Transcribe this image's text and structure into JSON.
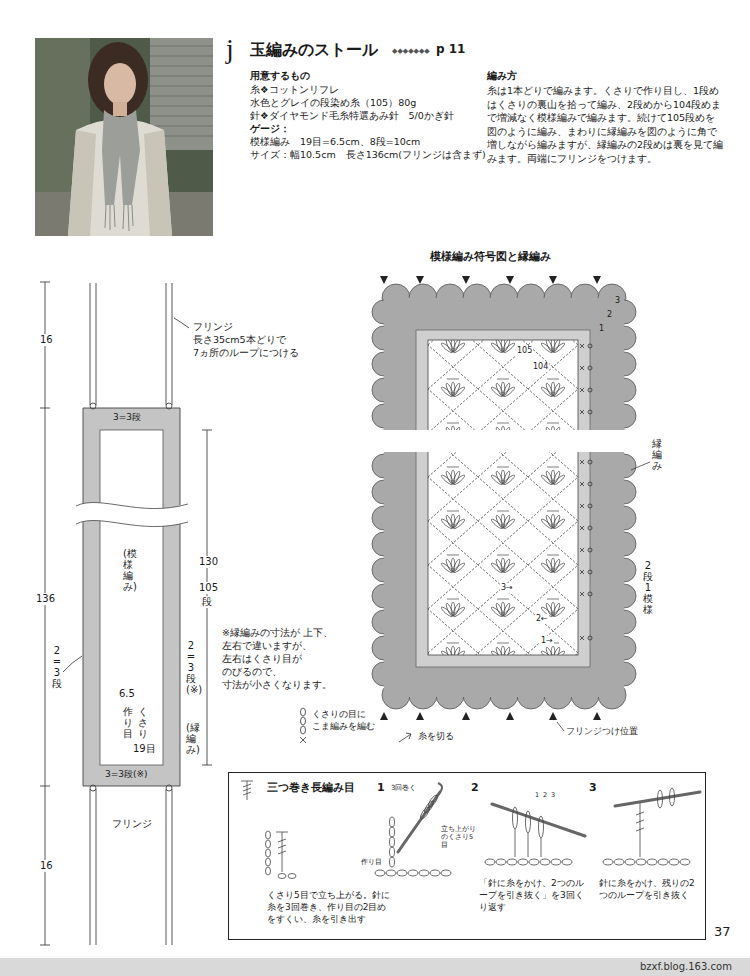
{
  "diagram": {
    "title": "玉編みのストール",
    "nodes": [
      {
        "text": [
          "3=3段",
          "(模様編み)",
          "6.5",
          "作り目",
          "くさり",
          "19目",
          "3=3段(※)"
        ]
      },
      {
        "text": [
          "三つ巻き長編み目",
          "1",
          "2",
          "3",
          "3回巻く",
          "立ち上がりのくさり5目",
          "作り目",
          "くさり5目で立ち上がる。針に糸を3回巻き、作り目の2目めをすくい、糸を引き出す",
          "「針に糸をかけ、2つのループを引き抜く」を3回くり返す",
          "針に糸をかけ、残りの2つのループを引き抜く",
          "1",
          "2",
          "3"
        ]
      }
    ],
    "labels": [
      "j",
      "◆◆◆◆◆◆◆",
      "p 11",
      "用意するもの",
      "糸❖コットンリフレ",
      "水色とグレイの段染め糸（105）80g",
      "針❖ダイヤモンド毛糸特選あみ針　5/0かぎ針",
      "ゲージ：",
      "模様編み　19目=6.5cm、8段=10cm",
      "サイズ：幅10.5cm　長さ136cm(フリンジは含まず)",
      "編み方",
      "糸は1本どりで編みます。くさりで作り目し、1段めはくさりの裏山を拾って編み、2段めから104段めまで増減なく模様編みで編みます。続けて105段めを図のように編み、まわりに縁編みを図のように角で増しながら編みますが、縁編みの2段めは裏を見て編みます。両端にフリンジをつけます。",
      "16",
      "136",
      "16",
      "フリンジ 長さ35cm5本どりで 7ヵ所のループにつける",
      "130",
      "105",
      "段",
      "2=3段",
      "2=3段(※)",
      "※縁編みの寸法が 上下、左右で違いますが、 左右はくさり目が のびるので、 寸法が小さくなります。",
      "(縁編み)",
      "フリンジ",
      "模様編み符号図と縁編み",
      "3",
      "2",
      "1",
      "105",
      "104",
      "縁編み",
      "2段1模様",
      "3→",
      "2←",
      "1→",
      "くさりの目に こま編みを編む",
      "糸を切る",
      "フリンジつけ位置",
      "37",
      "bzxf.blog.163.com"
    ]
  }
}
